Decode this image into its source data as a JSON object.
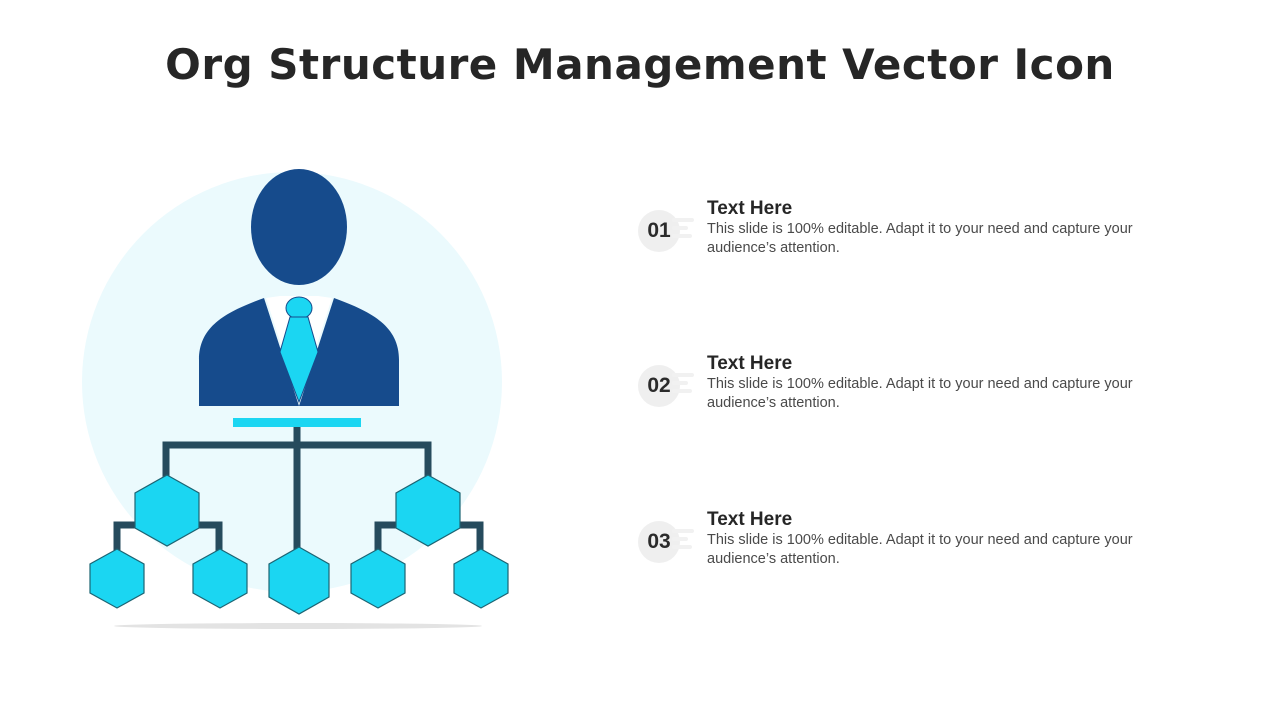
{
  "slide": {
    "title": "Org Structure Management Vector Icon"
  },
  "colors": {
    "background_circle": "#ebfafd",
    "person_dark_blue": "#164b8c",
    "accent_cyan": "#1bd6f2",
    "connector_dark": "#264b5d",
    "badge_gray": "#efefef",
    "title_text": "#262626",
    "body_text": "#4a4a4a"
  },
  "illustration": {
    "icon_name": "org-structure-manager-icon"
  },
  "items": [
    {
      "number": "01",
      "heading": "Text Here",
      "text": "This slide is 100% editable. Adapt it to your need and capture your audience’s attention."
    },
    {
      "number": "02",
      "heading": "Text Here",
      "text": "This slide is 100% editable. Adapt it to your need and capture your audience’s attention."
    },
    {
      "number": "03",
      "heading": "Text Here",
      "text": "This slide is 100% editable. Adapt it to your need and capture your audience’s attention."
    }
  ]
}
